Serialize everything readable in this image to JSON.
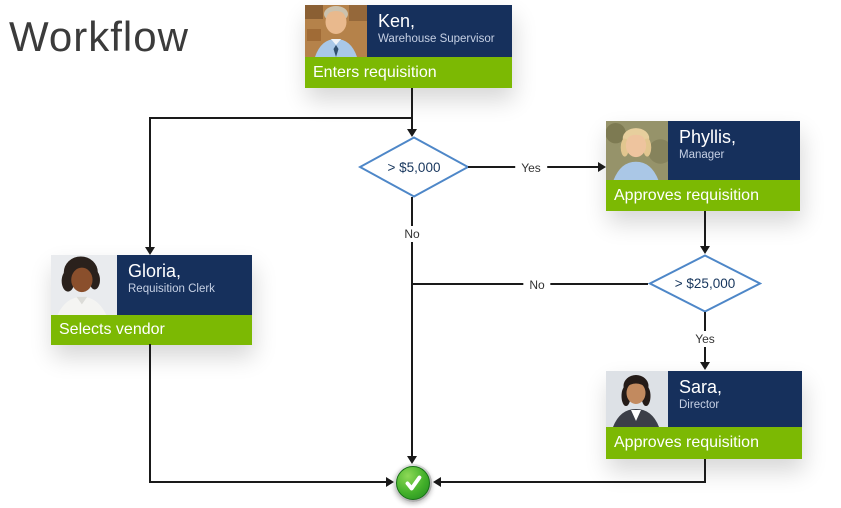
{
  "title": "Workflow",
  "nodes": {
    "ken": {
      "name": "Ken,",
      "role": "Warehouse Supervisor",
      "action": "Enters requisition"
    },
    "phyllis": {
      "name": "Phyllis,",
      "role": "Manager",
      "action": "Approves requisition"
    },
    "gloria": {
      "name": "Gloria,",
      "role": "Requisition Clerk",
      "action": "Selects vendor"
    },
    "sara": {
      "name": "Sara,",
      "role": "Director",
      "action": "Approves requisition"
    }
  },
  "decisions": {
    "d1": {
      "label": "> $5,000"
    },
    "d2": {
      "label": "> $25,000"
    }
  },
  "edges": {
    "d1_yes": "Yes",
    "d1_no": "No",
    "d2_no": "No",
    "d2_yes": "Yes"
  },
  "end": {
    "icon": "check-icon"
  },
  "colors": {
    "card_navy": "#16305c",
    "card_green": "#7cb903",
    "diamond_stroke": "#4e87c8",
    "diamond_text": "#17365d",
    "connector": "#1a1a1a",
    "check_green": "#43b02a",
    "title_text": "#3b3b3b"
  }
}
